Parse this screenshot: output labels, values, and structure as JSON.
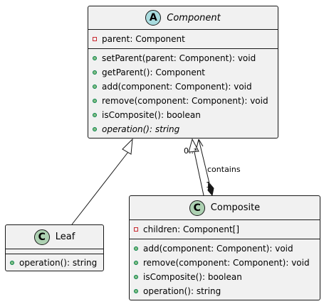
{
  "classes": {
    "component": {
      "stereotype": "A",
      "name": "Component",
      "fields": [
        {
          "visibility": "private",
          "text": "parent: Component"
        }
      ],
      "methods": [
        {
          "visibility": "public",
          "text": "setParent(parent: Component): void"
        },
        {
          "visibility": "public",
          "text": "getParent(): Component"
        },
        {
          "visibility": "public",
          "text": "add(component: Component): void"
        },
        {
          "visibility": "public",
          "text": "remove(component: Component): void"
        },
        {
          "visibility": "public",
          "text": "isComposite(): boolean"
        },
        {
          "visibility": "public",
          "text": "operation(): string",
          "abstract": true
        }
      ]
    },
    "leaf": {
      "stereotype": "C",
      "name": "Leaf",
      "methods": [
        {
          "visibility": "public",
          "text": "operation(): string"
        }
      ]
    },
    "composite": {
      "stereotype": "C",
      "name": "Composite",
      "fields": [
        {
          "visibility": "private",
          "text": "children: Component[]"
        }
      ],
      "methods": [
        {
          "visibility": "public",
          "text": "add(component: Component): void"
        },
        {
          "visibility": "public",
          "text": "remove(component: Component): void"
        },
        {
          "visibility": "public",
          "text": "isComposite(): boolean"
        },
        {
          "visibility": "public",
          "text": "operation(): string"
        }
      ]
    }
  },
  "relations": {
    "composition": {
      "label": "contains",
      "source_multiplicity": "0..*",
      "target_multiplicity": "1"
    }
  },
  "colors": {
    "box_fill": "#f1f1f1",
    "border": "#181818",
    "abstract_badge": "#a9dcdf",
    "class_badge": "#add1b2",
    "private_marker": "#c82930",
    "public_marker": "#84be84"
  }
}
